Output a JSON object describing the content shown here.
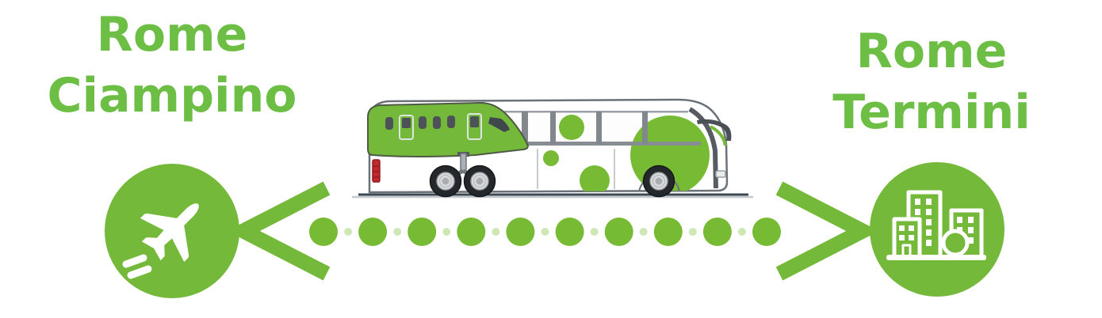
{
  "origin": {
    "line1": "Rome",
    "line2": "Ciampino"
  },
  "destination": {
    "line1": "Rome",
    "line2": "Termini"
  },
  "route": {
    "dot_count": 10,
    "description_icons": {
      "origin_icon": "airplane-icon",
      "destination_icon": "city-buildings-icon",
      "left_icon": "chevron-left-icon",
      "right_icon": "chevron-right-icon",
      "vehicle_icon": "coach-bus-airplane-illustration"
    }
  },
  "colors": {
    "text_green": "#6cbe45",
    "brand_green": "#74b93a",
    "dot_green": "#77bb34",
    "pale_dot_green": "#cfe7b5",
    "bus_outline_gray": "#6b7178",
    "tire_black": "#24282c",
    "tail_light_red": "#c1272d",
    "background": "#ffffff"
  }
}
